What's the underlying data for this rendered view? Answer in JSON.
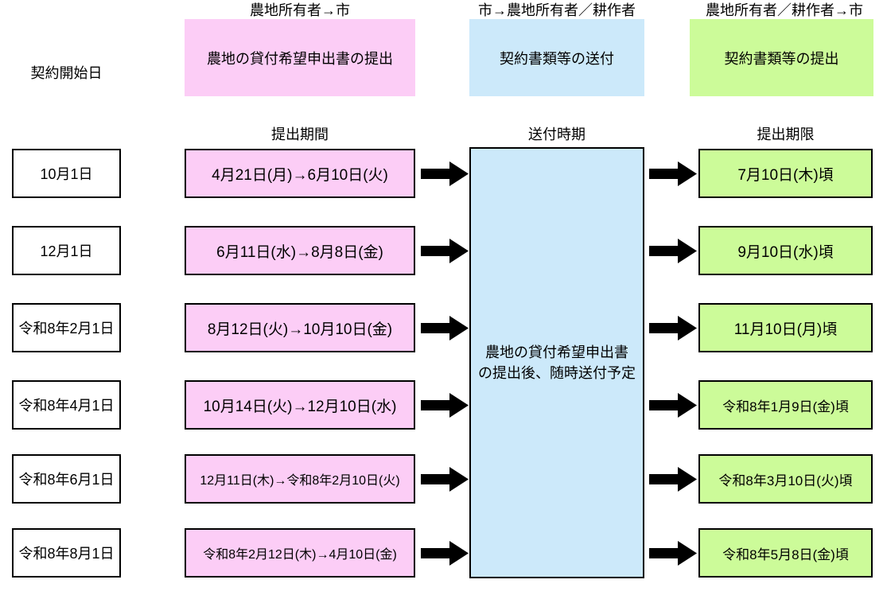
{
  "colors": {
    "pink": "#fccdf6",
    "blue": "#cce9fa",
    "green": "#ccfb99",
    "border": "#000000",
    "arrow": "#000000",
    "background": "#ffffff"
  },
  "start_column": {
    "label": "契約開始日"
  },
  "columns": {
    "submission": {
      "flow_label": "農地所有者→市",
      "header": "農地の貸付希望申出書の提出",
      "sub_label": "提出期間"
    },
    "sending": {
      "flow_label": "市→農地所有者／耕作者",
      "header": "契約書類等の送付",
      "sub_label": "送付時期",
      "note_line1": "農地の貸付希望申出書",
      "note_line2": "の提出後、随時送付予定"
    },
    "deadline": {
      "flow_label": "農地所有者／耕作者→市",
      "header": "契約書類等の提出",
      "sub_label": "提出期限"
    }
  },
  "rows": [
    {
      "start_date": "10月1日",
      "submission_period": "4月21日(月)→6月10日(火)",
      "deadline": "7月10日(木)頃"
    },
    {
      "start_date": "12月1日",
      "submission_period": "6月11日(水)→8月8日(金)",
      "deadline": "9月10日(水)頃"
    },
    {
      "start_date": "令和8年2月1日",
      "submission_period": "8月12日(火)→10月10日(金)",
      "deadline": "11月10日(月)頃"
    },
    {
      "start_date": "令和8年4月1日",
      "submission_period": "10月14日(火)→12月10日(水)",
      "deadline": "令和8年1月9日(金)頃"
    },
    {
      "start_date": "令和8年6月1日",
      "submission_period": "12月11日(木)→令和8年2月10日(火)",
      "deadline": "令和8年3月10日(火)頃"
    },
    {
      "start_date": "令和8年8月1日",
      "submission_period": "令和8年2月12日(木)→4月10日(金)",
      "deadline": "令和8年5月8日(金)頃"
    }
  ]
}
